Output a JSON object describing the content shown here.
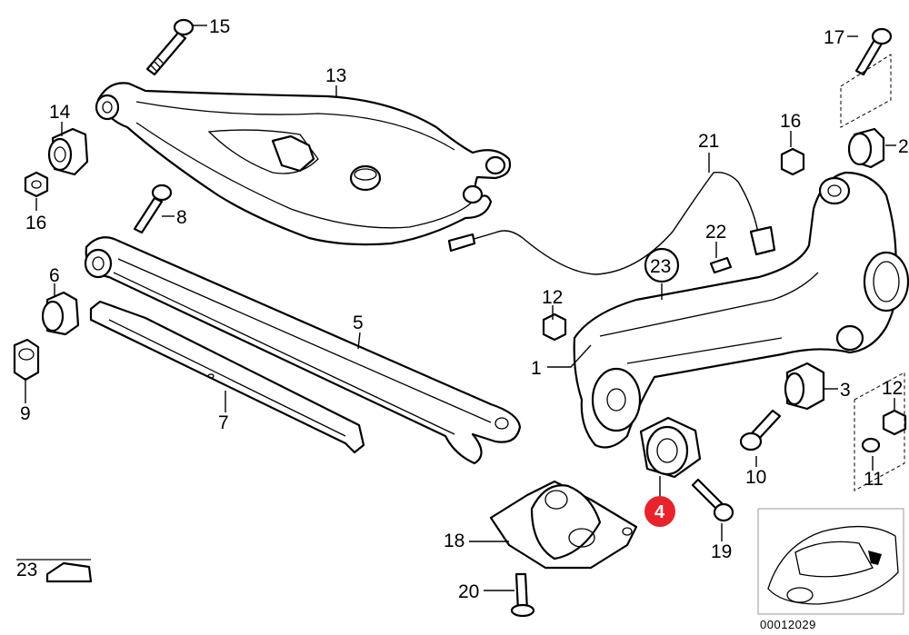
{
  "diagram": {
    "callouts": {
      "p1": "1",
      "p2": "2",
      "p3": "3",
      "p4": "4",
      "p5": "5",
      "p6": "6",
      "p7": "7",
      "p8": "8",
      "p9": "9",
      "p10": "10",
      "p11": "11",
      "p12a": "12",
      "p12b": "12",
      "p13": "13",
      "p14": "14",
      "p15": "15",
      "p16a": "16",
      "p16b": "16",
      "p17": "17",
      "p18": "18",
      "p19": "19",
      "p20": "20",
      "p21": "21",
      "p22": "22",
      "p23a": "23",
      "p23b": "23"
    },
    "highlighted_part": "4",
    "highlight_color": "#e8232b",
    "diagram_code": "00012029"
  }
}
